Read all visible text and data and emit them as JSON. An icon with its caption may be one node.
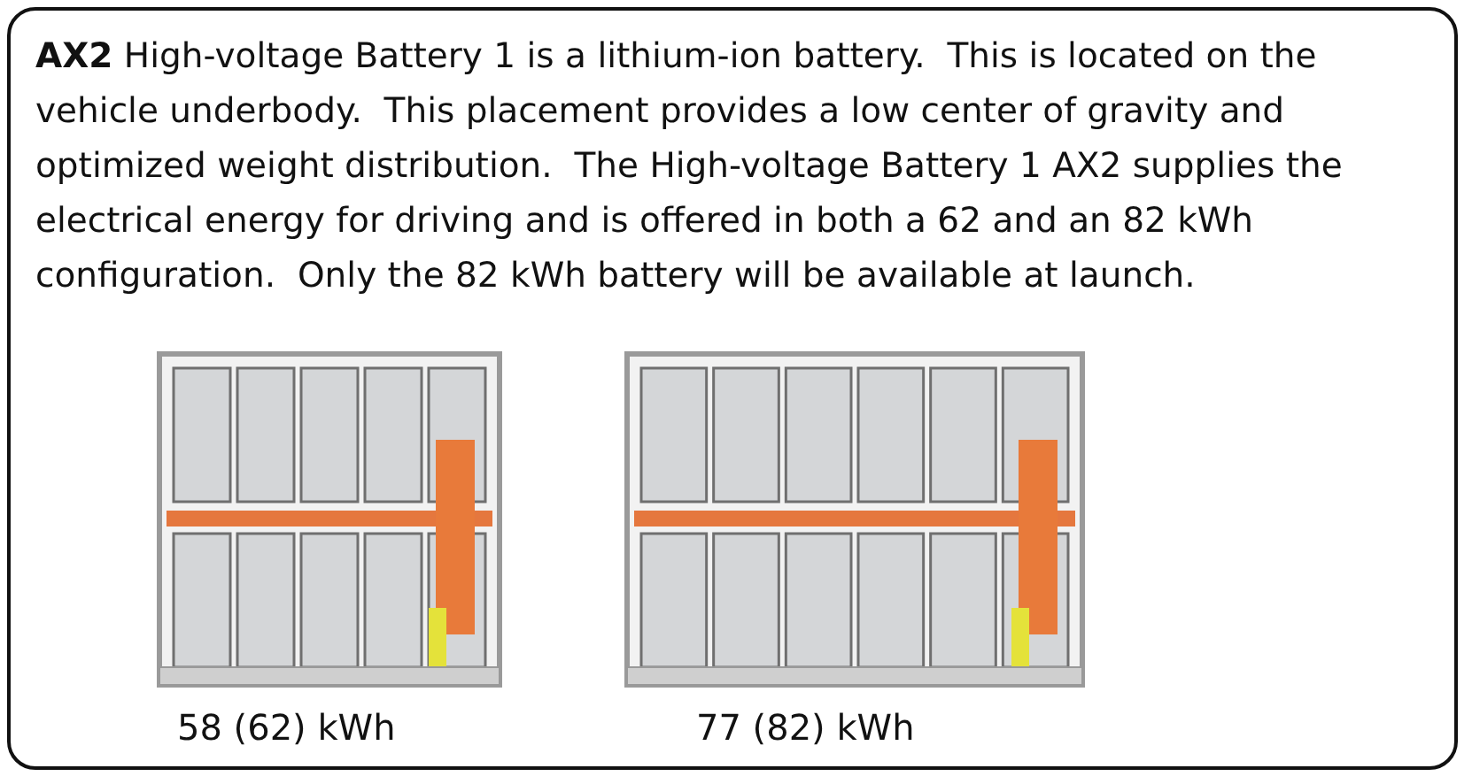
{
  "diagram": {
    "nodes": [
      {
        "text": [
          "**AX2** High-voltage Battery 1 is a lithium-ion battery.  This is located on the vehicle underbody.  This placement provides a low center of gravity and optimized weight distribution.  The High-voltage Battery 1 AX2 supplies the electrical energy for driving and is offered in both a 62 and an 82 kWh configuration.  Only the 82 kWh battery will be available at launch."
        ]
      },
      {
        "text": [],
        "shape": "picture",
        "in": 0,
        "beside": [
          "58 (62) kWh"
        ]
      },
      {
        "text": [],
        "shape": "picture",
        "in": 0,
        "beside": [
          "77 (82) kWh"
        ]
      }
    ]
  }
}
